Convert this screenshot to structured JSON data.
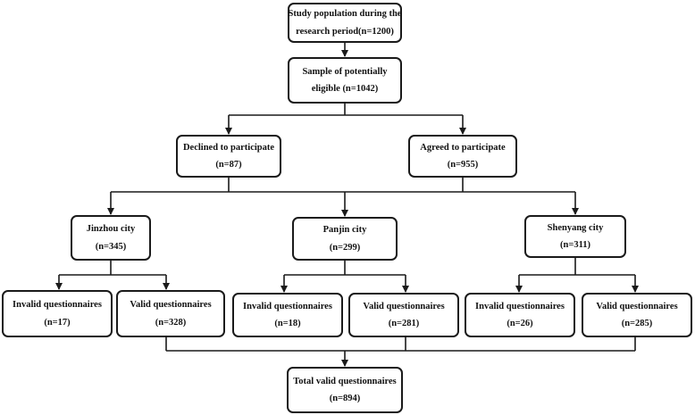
{
  "nodes": {
    "study_population": {
      "line1": "Study population during the",
      "line2": "research period(n=1200)"
    },
    "sample_eligible": {
      "line1": "Sample of potentially",
      "line2": "eligible  (n=1042)"
    },
    "declined": {
      "line1": "Declined to participate",
      "line2": "(n=87)"
    },
    "agreed": {
      "line1": "Agreed to participate",
      "line2": "(n=955)"
    },
    "jinzhou": {
      "line1": "Jinzhou city",
      "line2": "(n=345)"
    },
    "panjin": {
      "line1": "Panjin city",
      "line2": "(n=299)"
    },
    "shenyang": {
      "line1": "Shenyang city",
      "line2": "(n=311)"
    },
    "jinzhou_invalid": {
      "line1": "Invalid questionnaires",
      "line2": "(n=17)"
    },
    "jinzhou_valid": {
      "line1": "Valid questionnaires",
      "line2": "(n=328)"
    },
    "panjin_invalid": {
      "line1": "Invalid questionnaires",
      "line2": "(n=18)"
    },
    "panjin_valid": {
      "line1": "Valid questionnaires",
      "line2": "(n=281)"
    },
    "shenyang_invalid": {
      "line1": "Invalid questionnaires",
      "line2": "(n=26)"
    },
    "shenyang_valid": {
      "line1": "Valid questionnaires",
      "line2": "(n=285)"
    },
    "total_valid": {
      "line1": "Total valid questionnaires",
      "line2": "(n=894)"
    }
  }
}
